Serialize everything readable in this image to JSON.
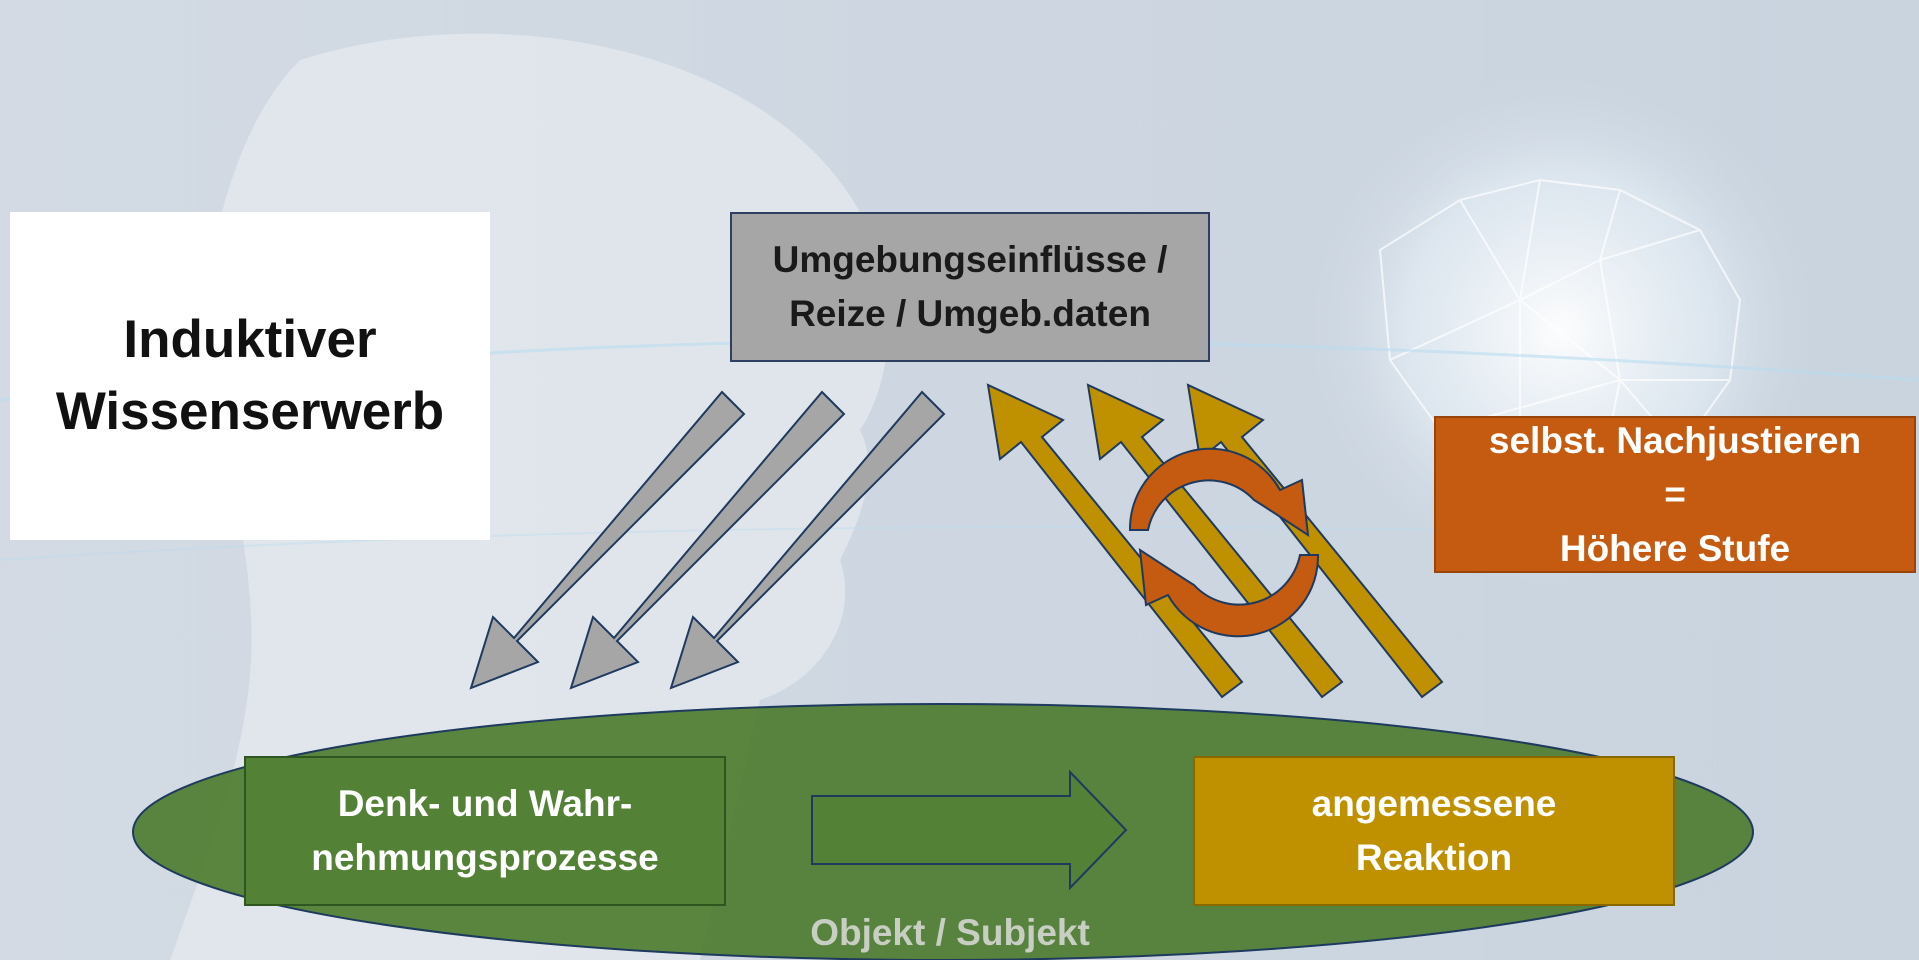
{
  "title": {
    "line1": "Induktiver",
    "line2": "Wissenserwerb"
  },
  "environment": {
    "line1": "Umgebungseinflüsse /",
    "line2": "Reize / Umgeb.daten"
  },
  "adjustment": {
    "line1": "selbst. Nachjustieren",
    "line2": "=",
    "line3": "Höhere Stufe"
  },
  "thinking": {
    "line1": "Denk- und Wahr-",
    "line2": "nehmungsprozesse"
  },
  "reaction": {
    "line1": "angemessene",
    "line2": "Reaktion"
  },
  "scope_label": "Objekt / Subjekt",
  "colors": {
    "gray_arrow": "#a6a6a6",
    "gold_arrow": "#bf9000",
    "cycle": "#c55a11",
    "ellipse": "#4a7a2c",
    "green_box": "#538135",
    "gold_box": "#bf9000"
  }
}
